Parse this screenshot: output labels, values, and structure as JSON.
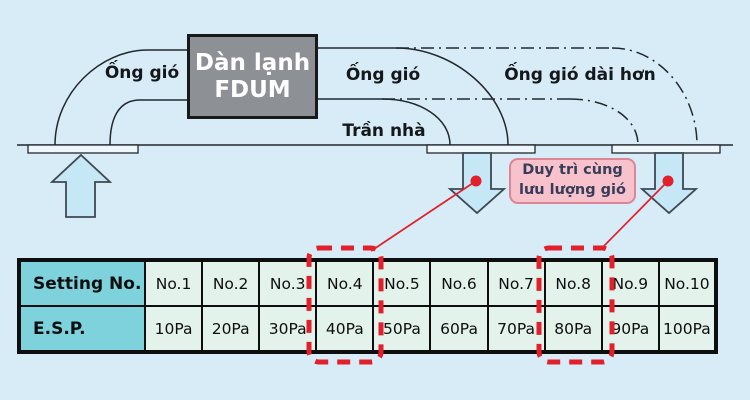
{
  "colors": {
    "background": "#d7ecf7",
    "accent_red": "#e1202b",
    "line_dark": "#23282d",
    "unit_box_fill": "#8d9196",
    "unit_box_text": "#ffffff",
    "arrow_fill": "#c6e8f6",
    "arrow_stroke": "#3d4854",
    "note_fill": "#f7c2cc",
    "note_border": "#dd8495",
    "note_text": "#373d59",
    "table_header_bg": "#7ed2dc",
    "table_cell_bg": "#e3f2eb",
    "table_border": "#0c0e10",
    "text_dark": "#15181b"
  },
  "diagram": {
    "unit_label_line1": "Dàn lạnh",
    "unit_label_line2": "FDUM",
    "duct_label_left": "Ống gió",
    "duct_label_middle": "Ống gió",
    "duct_label_long": "Ống gió dài hơn",
    "ceiling_label": "Trần nhà",
    "note_line1": "Duy trì cùng",
    "note_line2": "lưu lượng gió",
    "icons": {
      "left": "up-arrow",
      "middle": "down-arrow",
      "right": "down-arrow"
    }
  },
  "table": {
    "rows": [
      {
        "label": "Setting No.",
        "values": [
          "No.1",
          "No.2",
          "No.3",
          "No.4",
          "No.5",
          "No.6",
          "No.7",
          "No.8",
          "No.9",
          "No.10"
        ]
      },
      {
        "label": "E.S.P.",
        "values": [
          "10Pa",
          "20Pa",
          "30Pa",
          "40Pa",
          "50Pa",
          "60Pa",
          "70Pa",
          "80Pa",
          "90Pa",
          "100Pa"
        ]
      }
    ],
    "highlighted_columns": [
      "No.4",
      "No.8"
    ]
  }
}
